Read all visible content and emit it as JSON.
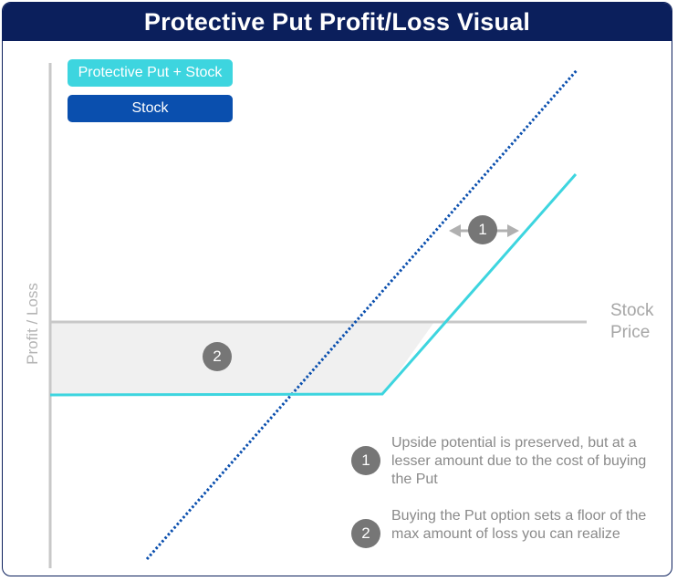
{
  "title": "Protective Put Profit/Loss Visual",
  "legend": [
    {
      "label": "Protective Put + Stock",
      "color": "#3dd5df"
    },
    {
      "label": "Stock",
      "color": "#0a4fae"
    }
  ],
  "axes": {
    "y_label": "Profit / Loss",
    "x_label_line1": "Stock",
    "x_label_line2": "Price"
  },
  "markers": {
    "one": "1",
    "two": "2"
  },
  "notes": [
    {
      "number": "1",
      "text": "Upside potential is preserved, but at a lesser amount due to the cost of buying the Put"
    },
    {
      "number": "2",
      "text": "Buying the Put option sets a floor of the max amount of loss you can realize"
    }
  ],
  "colors": {
    "frame": "#0b1f5c",
    "protective_put_line": "#3dd5df",
    "stock_line": "#0a4fae",
    "axis": "#c8c8c8",
    "loss_region": "#f0f0f0",
    "badge": "#767676",
    "arrow": "#b0b0b0"
  }
}
